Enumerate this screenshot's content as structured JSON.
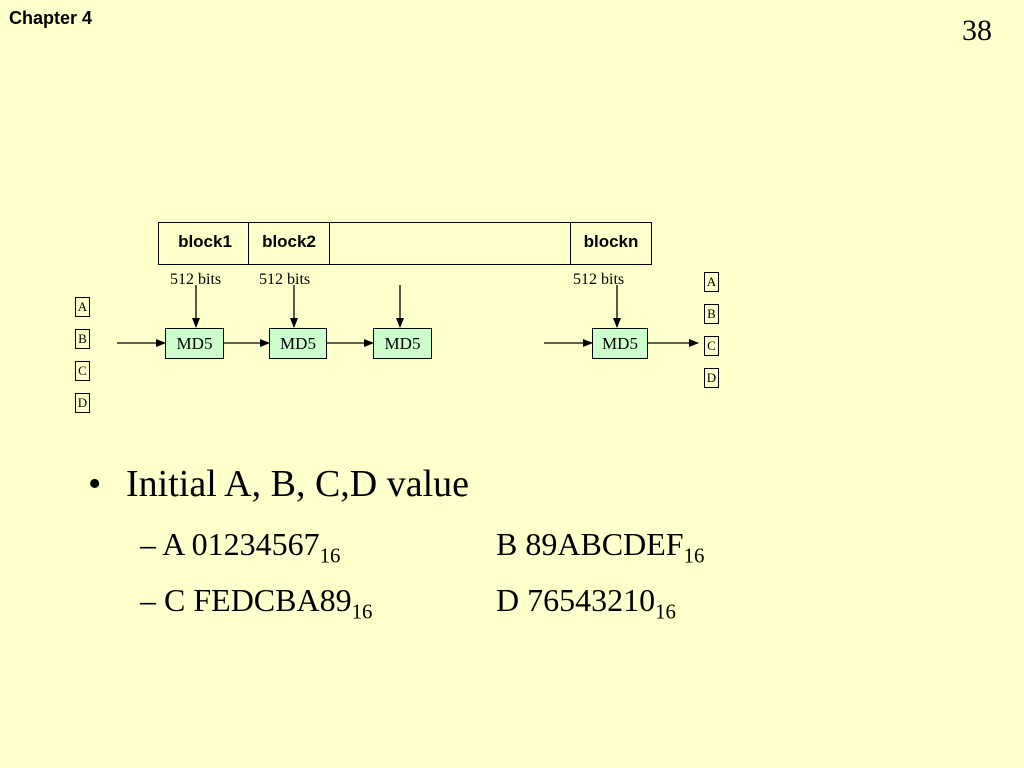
{
  "header": {
    "chapter": "Chapter 4",
    "page_number": "38"
  },
  "diagram": {
    "blocks": [
      "block1",
      "block2",
      "",
      "blockn"
    ],
    "bits_labels": [
      "512 bits",
      "512 bits",
      "512 bits"
    ],
    "input_registers": [
      "A",
      "B",
      "C",
      "D"
    ],
    "output_registers": [
      "A",
      "B",
      "C",
      "D"
    ],
    "md5_boxes": [
      "MD5",
      "MD5",
      "MD5",
      "MD5"
    ]
  },
  "bullets": {
    "main": "Initial A, B, C,D value",
    "dash": "–",
    "values": [
      {
        "label": "A 01234567",
        "sub": "16"
      },
      {
        "label": "B 89ABCDEF",
        "sub": "16"
      },
      {
        "label": "C FEDCBA89",
        "sub": "16"
      },
      {
        "label": "D 76543210",
        "sub": "16"
      }
    ]
  }
}
